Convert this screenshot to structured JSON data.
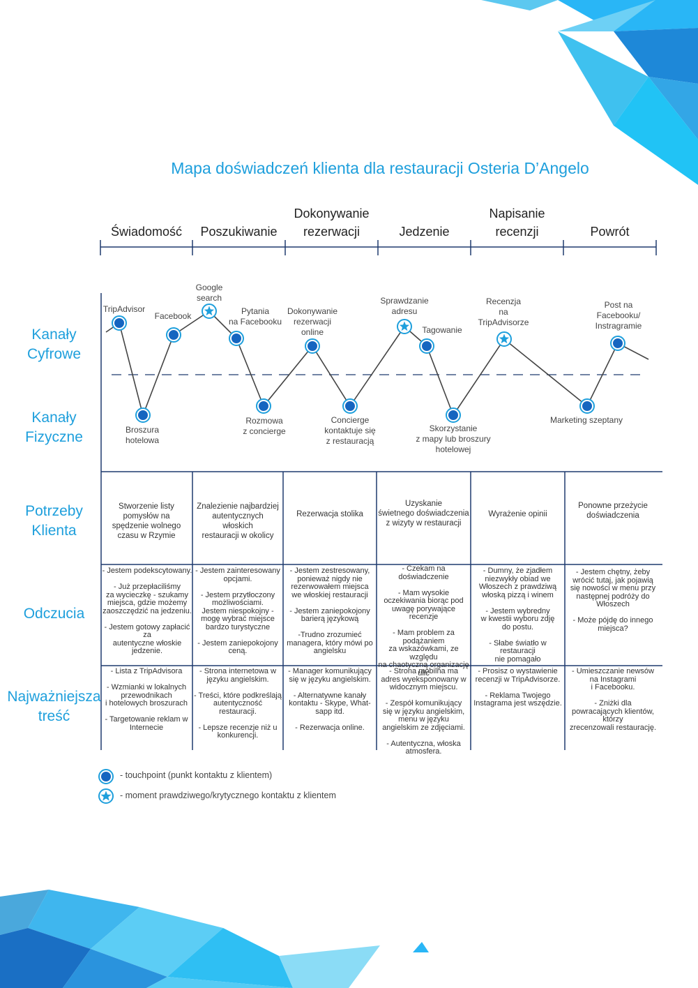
{
  "title": "Mapa doświadczeń klienta dla restauracji Osteria D’Angelo",
  "stages": [
    "Świadomość",
    "Poszukiwanie",
    "Dokonywanie\nrezerwacji",
    "Jedzenie",
    "Napisanie\nrecenzji",
    "Powrót"
  ],
  "rows": {
    "digital": "Kanały\nCyfrowe",
    "physical": "Kanały\nFizyczne",
    "needs": "Potrzeby\nKlienta",
    "feelings": "Odczucia",
    "content": "Najważniejsza\ntreść"
  },
  "touchpoints": [
    {
      "label": "TripAdvisor",
      "channel": "digital",
      "type": "touchpoint"
    },
    {
      "label": "Broszura\nhotelowa",
      "channel": "physical",
      "type": "touchpoint"
    },
    {
      "label": "Facebook",
      "channel": "digital",
      "type": "touchpoint"
    },
    {
      "label": "Google\nsearch",
      "channel": "digital",
      "type": "moment"
    },
    {
      "label": "Pytania\nna Facebooku",
      "channel": "digital",
      "type": "touchpoint"
    },
    {
      "label": "Rozmowa\nz concierge",
      "channel": "physical",
      "type": "touchpoint"
    },
    {
      "label": "Dokonywanie\nrezerwacji\nonline",
      "channel": "digital",
      "type": "touchpoint"
    },
    {
      "label": "Concierge\nkontaktuje się\nz restauracją",
      "channel": "physical",
      "type": "touchpoint"
    },
    {
      "label": "Sprawdzanie\nadresu",
      "channel": "digital",
      "type": "moment"
    },
    {
      "label": "Tagowanie",
      "channel": "digital",
      "type": "touchpoint"
    },
    {
      "label": "Skorzystanie\nz mapy lub broszury\nhotelowej",
      "channel": "physical",
      "type": "touchpoint"
    },
    {
      "label": "Recenzja\nna\nTripAdvisorze",
      "channel": "digital",
      "type": "moment"
    },
    {
      "label": "Marketing szeptany",
      "channel": "physical",
      "type": "touchpoint"
    },
    {
      "label": "Post na\nFacebooku/\nInstragramie",
      "channel": "digital",
      "type": "touchpoint"
    }
  ],
  "needs": [
    "Stworzenie listy\npomysłów na\nspędzenie wolnego\nczasu w Rzymie",
    "Znalezienie najbardziej\nautentycznych\nwłoskich\nrestauracji w okolicy",
    "Rezerwacja stolika",
    "Uzyskanie\nświetnego doświadczenia\nz wizyty w restauracji",
    "Wyrażenie opinii",
    "Ponowne przeżycie\ndoświadczenia"
  ],
  "feelings": [
    "- Jestem podekscytowany.\n\n- Już przepłaciliśmy\nza wycieczkę - szukamy\nmiejsca, gdzie możemy\nzaoszczędzić na jedzeniu.\n\n- Jestem gotowy zapłacić za\nautentyczne włoskie\njedzenie.",
    "- Jestem zainteresowany\nopcjami.\n\n- Jestem przytłoczony\nmożliwościami.\nJestem niespokojny -\nmogę wybrać miejsce\nbardzo turystyczne\n\n- Jestem zaniepokojony\nceną.",
    "- Jestem zestresowany,\nponieważ nigdy nie\nrezerwowałem miejsca\nwe włoskiej restauracji\n\n- Jestem zaniepokojony\nbarierą językową\n\n-Trudno zrozumieć\nmanagera, który mówi po\nangielsku",
    "- Czekam na\ndoświadczenie\n\n- Mam wysokie\noczekiwania biorąc pod\nuwagę porywające recenzje\n\n- Mam problem za\npodążaniem\nza wskazówkami, ze względu\nna chaotyczną organizację\nulic",
    "- Dumny, że zjadłem\nniezwykły obiad we\nWłoszech z prawdziwą\nwłoską pizzą i winem\n\n- Jestem wybredny\nw kwestii wyboru zdję\ndo postu.\n\n- Słabe światło w restauracji\nnie pomagało",
    "- Jestem chętny, żeby\nwrócić tutaj, jak pojawią\nsię nowości w menu przy\nnastępnej podróży do\nWłoszech\n\n- Może pójdę do innego\nmiejsca?"
  ],
  "content": [
    "- Lista z TripAdvisora\n\n- Wzmianki w lokalnych\nprzewodnikach\ni hotelowych broszurach\n\n- Targetowanie reklam w\nInternecie",
    "- Strona internetowa w\njęzyku angielskim.\n\n- Treści, które podkreślają\nautentyczność\nrestauracji.\n\n- Lepsze recenzje niż u\nkonkurencji.",
    "- Manager komunikujący\nsię w języku angielskim.\n\n- Alternatywne kanały\nkontaktu - Skype, What-\nsapp itd.\n\n- Rezerwacja online.",
    "- Strona mobilna ma\nadres wyeksponowany w\nwidocznym miejscu.\n\n- Zespół komunikujący\nsię w języku angielskim,\nmenu w języku\nangielskim ze zdjęciami.\n\n- Autentyczna, włoska\natmosfera.",
    "- Prosisz o wystawienie\nrecenzji w TripAdvisorze.\n\n- Reklama Twojego\nInstagrama jest wszędzie.",
    "- Umieszczanie newsów\nna Instagrami\ni Facebooku.\n\n- Zniżki dla\npowracających klientów,\nktórzy\nzrecenzowali restaurację."
  ],
  "legend": [
    {
      "icon": "touchpoint-icon",
      "text": "- touchpoint (punkt kontaktu z klientem)"
    },
    {
      "icon": "star-icon",
      "text": "- moment prawdziwego/krytycznego kontaktu z klientem"
    }
  ],
  "colors": {
    "accent": "#1e9fdc",
    "grid": "#1f3a6e",
    "line": "#444444",
    "dot": "#1565c0"
  }
}
